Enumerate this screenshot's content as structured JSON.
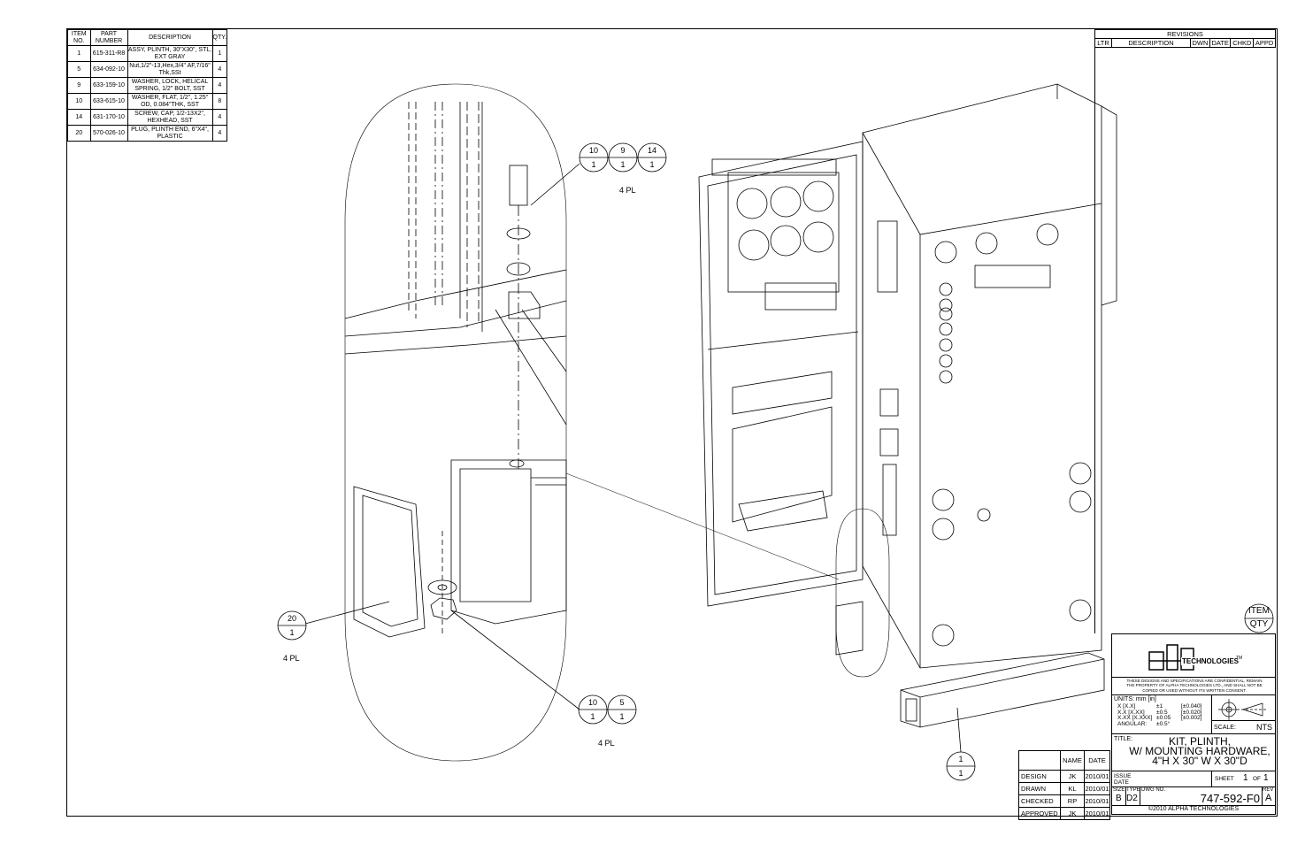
{
  "bom": {
    "headers": [
      "ITEM NO.",
      "PART NUMBER",
      "DESCRIPTION",
      "QTY."
    ],
    "rows": [
      {
        "item": "1",
        "part": "615-311-R8",
        "desc": "ASSY, PLINTH, 30\"X30\", STL, EXT GRAY",
        "qty": "1"
      },
      {
        "item": "5",
        "part": "634-092-10",
        "desc": "Nut,1/2\"-13,Hex,3/4\" AF,7/16\" Thk,SSt",
        "qty": "4"
      },
      {
        "item": "9",
        "part": "633-159-10",
        "desc": "WASHER, LOCK, HELICAL SPRING, 1/2\" BOLT, SST",
        "qty": "4"
      },
      {
        "item": "10",
        "part": "633-615-10",
        "desc": "WASHER, FLAT, 1/2\", 1.25\" OD, 0.084\"THK, SST",
        "qty": "8"
      },
      {
        "item": "14",
        "part": "631-170-10",
        "desc": "SCREW, CAP, 1/2-13X2\", HEXHEAD, SST",
        "qty": "4"
      },
      {
        "item": "20",
        "part": "570-026-10",
        "desc": "PLUG, PLINTH END, 6\"X4\", PLASTIC",
        "qty": "4"
      }
    ]
  },
  "revisions": {
    "title": "REVISIONS",
    "headers": [
      "LTR",
      "DESCRIPTION",
      "DWN",
      "DATE",
      "CHKD",
      "APPD"
    ]
  },
  "callouts": {
    "top": {
      "items": [
        "10",
        "9",
        "14"
      ],
      "qtys": [
        "1",
        "1",
        "1"
      ],
      "note": "4 PL"
    },
    "left": {
      "item": "20",
      "qty": "1",
      "note": "4 PL"
    },
    "bottom": {
      "items": [
        "10",
        "5"
      ],
      "qtys": [
        "1",
        "1"
      ],
      "note": "4 PL"
    },
    "right": {
      "item": "1",
      "qty": "1"
    },
    "legend": {
      "item": "ITEM",
      "qty": "QTY"
    }
  },
  "approvals": {
    "headers": [
      "",
      "NAME",
      "DATE"
    ],
    "rows": [
      {
        "role": "DESIGN",
        "name": "JK",
        "date": "2010/01"
      },
      {
        "role": "DRAWN",
        "name": "KL",
        "date": "2010/01"
      },
      {
        "role": "CHECKED",
        "name": "RP",
        "date": "2010/01"
      },
      {
        "role": "APPROVED",
        "name": "JK",
        "date": "2010/01"
      }
    ]
  },
  "titleblock": {
    "company": "TECHNOLOGIES",
    "trademark": "TM",
    "confidential": "THESE DESIGNS AND SPECIFICATIONS ARE CONFIDENTIAL, REMAIN THE PROPERTY OF ALPHA TECHNOLOGIES LTD., AND SHALL NOT BE COPIED OR USED WITHOUT ITS WRITTEN CONSENT.",
    "units": "UNITS: mm [in]",
    "tolerances": [
      {
        "fmt": "X [X.X]",
        "metric": "±1",
        "imp": "[±0.040]"
      },
      {
        "fmt": "X.X [X.XX]",
        "metric": "±0.5",
        "imp": "[±0.020]"
      },
      {
        "fmt": "X.XX [X.XXX]",
        "metric": "±0.05",
        "imp": "[±0.002]"
      },
      {
        "fmt": "ANGULAR:",
        "metric": "±0.5°",
        "imp": ""
      }
    ],
    "scale_label": "SCALE:",
    "scale": "NTS",
    "title_label": "TITLE:",
    "title_lines": [
      "KIT, PLINTH,",
      "W/ MOUNTING HARDWARE,",
      "4\"H X 30\" W X 30\"D"
    ],
    "issue_label": "ISSUE",
    "date_label": "DATE",
    "sheet_label": "SHEET",
    "sheet": "1",
    "of_label": "OF",
    "sheets": "1",
    "size_label": "SIZE",
    "size": "B",
    "type_label": "TYPE",
    "type": "D2",
    "dwg_label": "DWG NO.",
    "dwg_no": "747-592-F0",
    "rev_label": "REV",
    "rev": "A",
    "copyright": "©2010 ALPHA TECHNOLOGIES"
  }
}
